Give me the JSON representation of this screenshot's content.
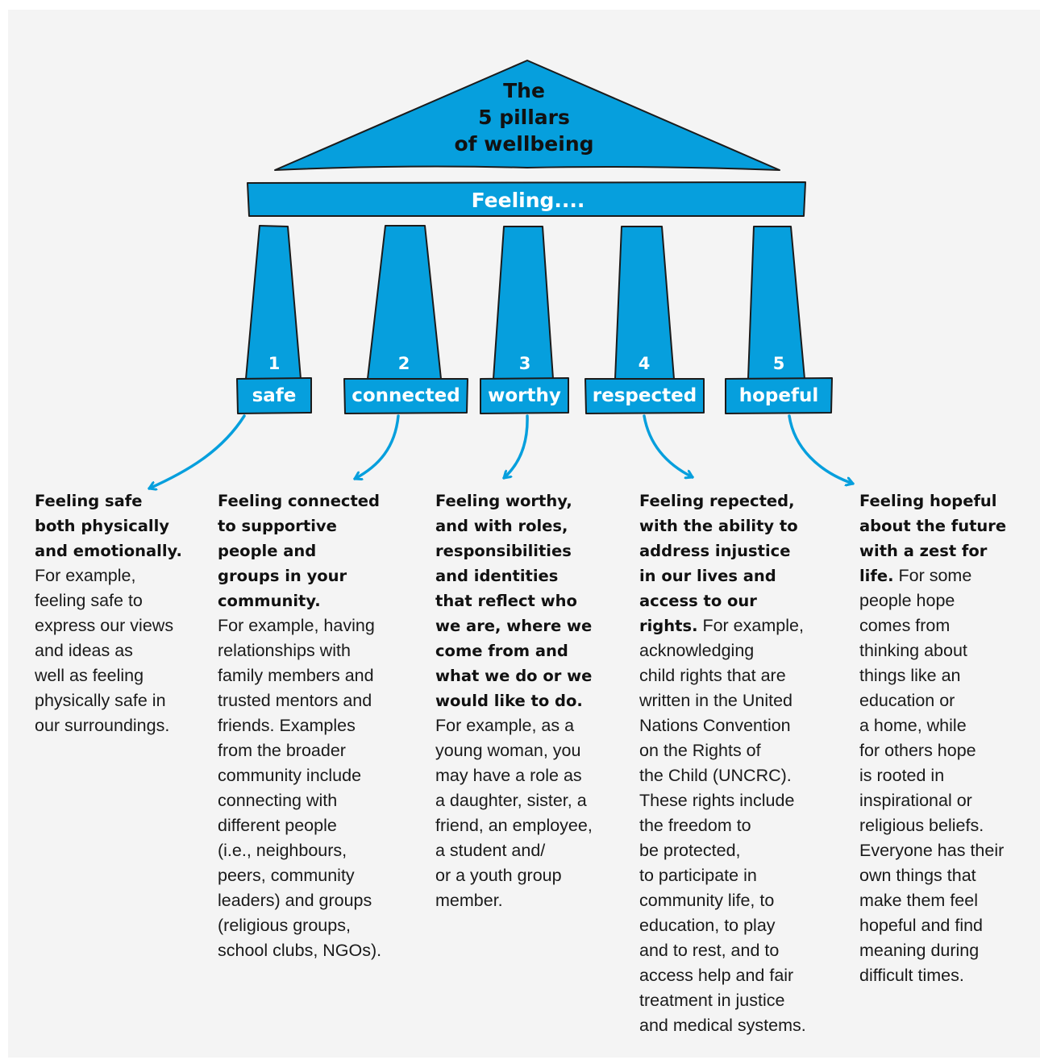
{
  "colors": {
    "accent": "#069fdd",
    "outline": "#1b1b1b",
    "background": "#f4f4f4"
  },
  "title": {
    "line1": "The",
    "line2": "5 pillars",
    "line3": "of wellbeing"
  },
  "beam_label": "Feeling....",
  "pillars": [
    {
      "number": "1",
      "word": "safe"
    },
    {
      "number": "2",
      "word": "connected"
    },
    {
      "number": "3",
      "word": "worthy"
    },
    {
      "number": "4",
      "word": "respected"
    },
    {
      "number": "5",
      "word": "hopeful"
    }
  ],
  "descriptions": [
    {
      "bold": "Feeling safe\nboth physically\nand emotionally.",
      "body": "For example,\nfeeling safe to\nexpress our views\nand ideas as\nwell as feeling\nphysically safe in\nour surroundings."
    },
    {
      "bold": "Feeling connected\nto supportive\npeople and\ngroups in your\ncommunity.",
      "body": "For example, having\nrelationships with\nfamily members and\ntrusted mentors and\nfriends. Examples\nfrom the broader\ncommunity include\nconnecting with\ndifferent people\n(i.e., neighbours,\npeers, community\nleaders) and groups\n(religious groups,\nschool clubs, NGOs)."
    },
    {
      "bold": "Feeling worthy,\nand with roles,\nresponsibilities\nand identities\nthat reflect who\nwe are, where we\ncome from and\nwhat we do or we\nwould like to do.",
      "body": "For example, as a\nyoung woman, you\nmay have a role as\na daughter, sister, a\nfriend, an employee,\na student and/\nor a youth group\nmember."
    },
    {
      "bold": "Feeling repected,\nwith the ability to\naddress injustice\nin our lives and\naccess to our\nrights.",
      "body": " For example,\nacknowledging\nchild rights that are\nwritten in the United\nNations Convention\non the Rights of\nthe Child (UNCRC).\nThese rights include\nthe freedom to\nbe protected,\nto participate in\ncommunity life, to\neducation, to play\nand to rest, and to\naccess help and fair\ntreatment in justice\nand medical systems."
    },
    {
      "bold": "Feeling hopeful\nabout the future\nwith a zest for\nlife.",
      "body": " For some\npeople hope\ncomes from\nthinking about\nthings like an\neducation or\na home, while\nfor others hope\nis rooted in\ninspirational or\nreligious beliefs.\nEveryone has their\nown things that\nmake them feel\nhopeful and find\nmeaning during\ndifficult times."
    }
  ]
}
